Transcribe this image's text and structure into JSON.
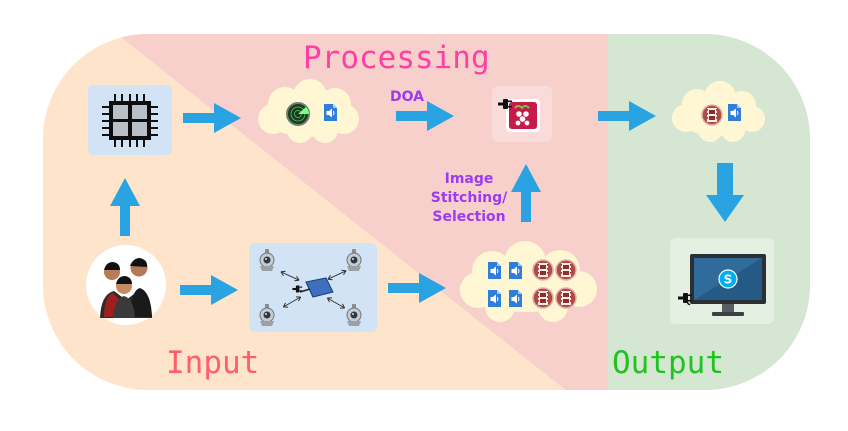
{
  "zones": {
    "processing": "Processing",
    "input": "Input",
    "output": "Output"
  },
  "steps": {
    "doa": "DOA",
    "stitching": "Image Stitching/ Selection"
  },
  "colors": {
    "input_zone": "#fde4cb",
    "processing_zone": "#f7cfcb",
    "output_zone": "#d5e7d3",
    "arrow": "#29a3e2",
    "processing_label": "#ff3fa4",
    "input_label": "#ff5f6a",
    "output_label": "#1fc41f",
    "step_label": "#9b3cf0"
  },
  "icons": {
    "processor": "cpu-chip-icon",
    "people": "people-group-icon",
    "camera_network": "camera-network-icon",
    "doa_cloud": "radar-and-audio-cloud-icon",
    "media_cloud": "audio-video-files-cloud-icon",
    "raspberry_pi": "raspberry-pi-icon",
    "output_cloud": "video-audio-output-cloud-icon",
    "skype_monitor": "skype-monitor-icon"
  }
}
